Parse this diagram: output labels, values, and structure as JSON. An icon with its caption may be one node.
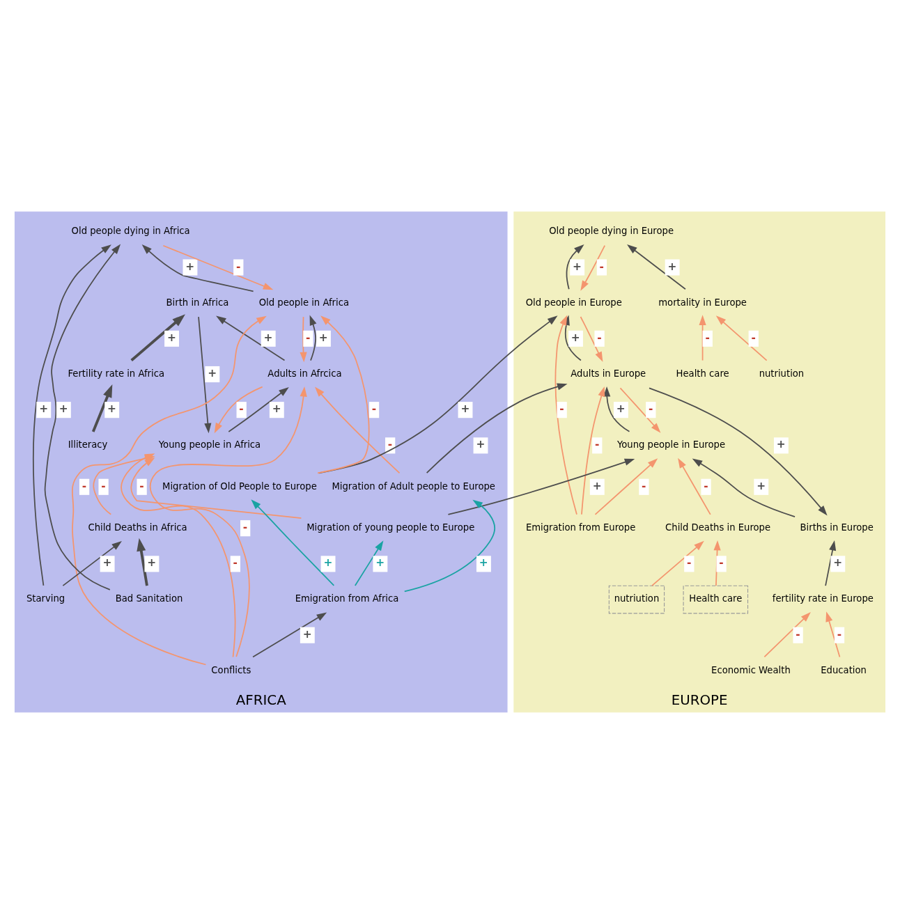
{
  "diagram": {
    "nodes": [
      {
        "text": [
          "EUROPE"
        ]
      },
      {
        "text": [
          "Education"
        ],
        "in": 0
      },
      {
        "text": [
          "Economic Wealth"
        ],
        "in": 0
      },
      {
        "text": [
          "fertility rate in Europe"
        ],
        "in": 0
      },
      {
        "text": [
          "nutriution"
        ],
        "in": 0
      },
      {
        "text": [
          "Health care"
        ],
        "in": 0
      },
      {
        "text": [
          "Health care"
        ],
        "in": 0
      },
      {
        "text": [
          "nutriution"
        ],
        "in": 0
      },
      {
        "text": [
          "mortality in Europe"
        ],
        "in": 0
      },
      {
        "text": [
          "Births in Europe"
        ],
        "in": 0
      },
      {
        "text": [
          "Young people in Europe"
        ],
        "in": 0
      },
      {
        "text": [
          "Adults in Europe"
        ],
        "in": 0
      },
      {
        "text": [
          "Old people in Europe"
        ],
        "in": 0
      },
      {
        "text": [
          "Old people dying in Europe"
        ],
        "in": 0
      },
      {
        "text": [
          "Child Deaths in Europe"
        ],
        "in": 0
      },
      {
        "text": [
          "Emigration from Europe"
        ],
        "in": 0
      },
      {
        "text": [
          "AFRICA"
        ]
      },
      {
        "text": [
          "Migration of young people to Europe"
        ],
        "in": 16
      },
      {
        "text": [
          "Migration of Adult people to Europe"
        ],
        "in": 16
      },
      {
        "text": [
          "Migration of Old People to Europe"
        ],
        "in": 16
      },
      {
        "text": [
          "Birth in Africa"
        ],
        "in": 16
      },
      {
        "text": [
          "Emigration from Africa"
        ],
        "in": 16
      },
      {
        "text": [
          "Fertility rate in Africa"
        ],
        "in": 16
      },
      {
        "text": [
          "Young people in Africa"
        ],
        "in": 16
      },
      {
        "text": [
          "Adults in Afrcica"
        ],
        "in": 16
      },
      {
        "text": [
          "Old people in Africa"
        ],
        "in": 16
      },
      {
        "text": [
          "Old people dying in Africa"
        ],
        "in": 16
      },
      {
        "text": [
          "Illiteracy"
        ],
        "in": 16
      },
      {
        "text": [
          "Child Deaths in Africa"
        ],
        "in": 16
      },
      {
        "text": [
          "Conflicts"
        ],
        "in": 16
      },
      {
        "text": [
          "Starving"
        ],
        "in": 16
      },
      {
        "text": [
          "Bad Sanitation"
        ],
        "in": 16
      }
    ],
    "edges": [
      {
        "from": 1,
        "to": 3,
        "arrow": "to",
        "label": "-",
        "color": "#f4956e"
      },
      {
        "from": 2,
        "to": 3,
        "arrow": "to",
        "label": "-",
        "color": "#f4956e"
      },
      {
        "from": 3,
        "to": 9,
        "arrow": "to",
        "label": "+",
        "color": "#4d4d4d"
      },
      {
        "from": 9,
        "to": 10,
        "arrow": "to",
        "label": "+",
        "color": "#4d4d4d"
      },
      {
        "from": 11,
        "to": 9,
        "arrow": "to",
        "label": "+",
        "color": "#4d4d4d"
      },
      {
        "from": 11,
        "to": 10,
        "arrow": "to",
        "label": "-",
        "color": "#f4956e"
      },
      {
        "from": 10,
        "to": 11,
        "arrow": "to",
        "label": "+",
        "color": "#4d4d4d"
      },
      {
        "from": 12,
        "to": 11,
        "arrow": "to",
        "label": "-",
        "color": "#f4956e"
      },
      {
        "from": 11,
        "to": 12,
        "arrow": "to",
        "label": "+",
        "color": "#4d4d4d"
      },
      {
        "from": 13,
        "to": 12,
        "arrow": "to",
        "label": "-",
        "color": "#f4956e"
      },
      {
        "from": 12,
        "to": 13,
        "arrow": "to",
        "label": "+",
        "color": "#4d4d4d"
      },
      {
        "from": 8,
        "to": 13,
        "arrow": "to",
        "label": "+",
        "color": "#4d4d4d"
      },
      {
        "from": 6,
        "to": 8,
        "arrow": "to",
        "label": "-",
        "color": "#f4956e"
      },
      {
        "from": 7,
        "to": 8,
        "arrow": "to",
        "label": "-",
        "color": "#f4956e"
      },
      {
        "from": 5,
        "to": 14,
        "arrow": "to",
        "label": "-",
        "color": "#f4956e"
      },
      {
        "from": 4,
        "to": 14,
        "arrow": "to",
        "label": "-",
        "color": "#f4956e"
      },
      {
        "from": 14,
        "to": 10,
        "arrow": "to",
        "label": "-",
        "color": "#f4956e"
      },
      {
        "from": 15,
        "to": 10,
        "arrow": "to",
        "label": "-",
        "color": "#f4956e"
      },
      {
        "from": 15,
        "to": 11,
        "arrow": "to",
        "label": "-",
        "color": "#f4956e"
      },
      {
        "from": 15,
        "to": 12,
        "arrow": "to",
        "label": "-",
        "color": "#f4956e"
      },
      {
        "from": 17,
        "to": 10,
        "arrow": "to",
        "label": "+",
        "color": "#4d4d4d"
      },
      {
        "from": 18,
        "to": 11,
        "arrow": "to",
        "label": "+",
        "color": "#4d4d4d"
      },
      {
        "from": 19,
        "to": 12,
        "arrow": "to",
        "label": "+",
        "color": "#4d4d4d"
      },
      {
        "from": 21,
        "to": 17,
        "arrow": "to",
        "label": "+",
        "color": "#1aa3a3"
      },
      {
        "from": 21,
        "to": 18,
        "arrow": "to",
        "label": "+",
        "color": "#1aa3a3"
      },
      {
        "from": 21,
        "to": 19,
        "arrow": "to",
        "label": "+",
        "color": "#1aa3a3"
      },
      {
        "from": 17,
        "to": 23,
        "arrow": "to",
        "label": "-",
        "color": "#f4956e"
      },
      {
        "from": 18,
        "to": 24,
        "arrow": "to",
        "label": "-",
        "color": "#f4956e"
      },
      {
        "from": 19,
        "to": 25,
        "arrow": "to",
        "label": "-",
        "color": "#f4956e"
      },
      {
        "from": 22,
        "to": 20,
        "arrow": "to",
        "label": "+",
        "style": "thick",
        "color": "#4d4d4d"
      },
      {
        "from": 27,
        "to": 22,
        "arrow": "to",
        "label": "+",
        "style": "thick",
        "color": "#4d4d4d"
      },
      {
        "from": 20,
        "to": 23,
        "arrow": "to",
        "label": "+",
        "color": "#4d4d4d"
      },
      {
        "from": 24,
        "to": 20,
        "arrow": "to",
        "label": "+",
        "color": "#4d4d4d"
      },
      {
        "from": 24,
        "to": 23,
        "arrow": "to",
        "label": "-",
        "color": "#f4956e"
      },
      {
        "from": 23,
        "to": 24,
        "arrow": "to",
        "label": "+",
        "color": "#4d4d4d"
      },
      {
        "from": 25,
        "to": 24,
        "arrow": "to",
        "label": "-",
        "color": "#f4956e"
      },
      {
        "from": 24,
        "to": 25,
        "arrow": "to",
        "label": "+",
        "color": "#4d4d4d"
      },
      {
        "from": 26,
        "to": 25,
        "arrow": "to",
        "label": "-",
        "color": "#f4956e"
      },
      {
        "from": 25,
        "to": 26,
        "arrow": "to",
        "label": "+",
        "color": "#4d4d4d"
      },
      {
        "from": 28,
        "to": 23,
        "arrow": "to",
        "label": "-",
        "color": "#f4956e"
      },
      {
        "from": 29,
        "to": 23,
        "arrow": "to",
        "label": "-",
        "color": "#f4956e"
      },
      {
        "from": 29,
        "to": 21,
        "arrow": "to",
        "label": "+",
        "color": "#4d4d4d"
      },
      {
        "from": 29,
        "to": 24,
        "arrow": "to",
        "label": "-",
        "color": "#f4956e"
      },
      {
        "from": 29,
        "to": 25,
        "arrow": "to",
        "label": "-",
        "color": "#f4956e"
      },
      {
        "from": 30,
        "to": 28,
        "arrow": "to",
        "label": "+",
        "color": "#4d4d4d"
      },
      {
        "from": 31,
        "to": 28,
        "arrow": "to",
        "label": "+",
        "style": "thick",
        "color": "#4d4d4d"
      },
      {
        "from": 30,
        "to": 26,
        "arrow": "to",
        "label": "+",
        "color": "#4d4d4d"
      },
      {
        "from": 31,
        "to": 26,
        "arrow": "to",
        "label": "+",
        "color": "#4d4d4d"
      }
    ]
  }
}
